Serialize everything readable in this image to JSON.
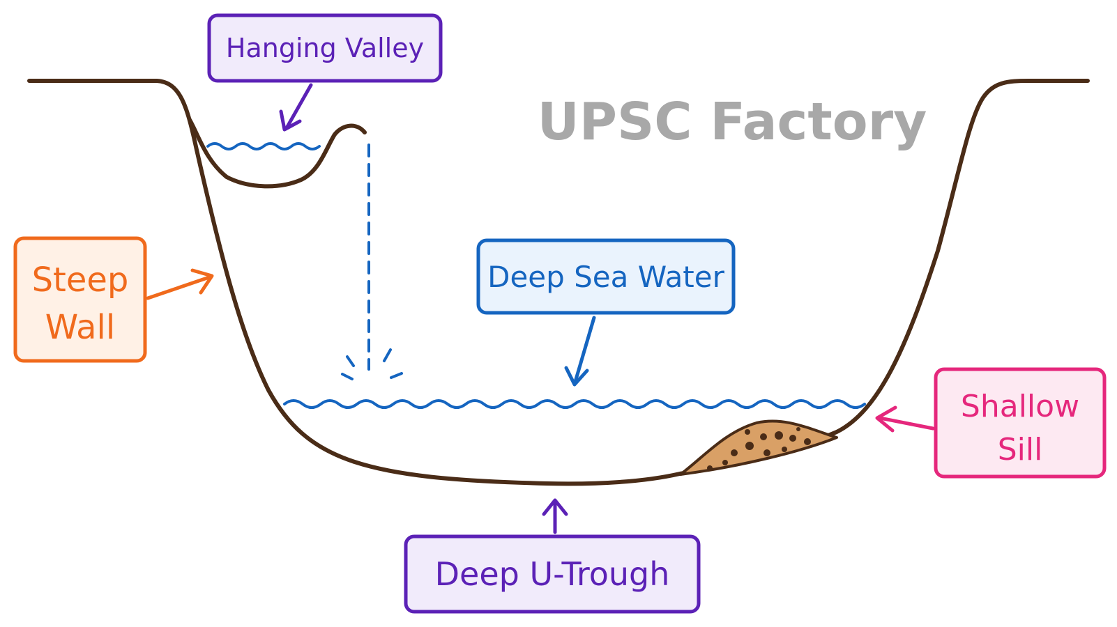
{
  "watermark": {
    "text": "UPSC Factory",
    "color": "#a8a8a8"
  },
  "labels": {
    "hanging_valley": "Hanging Valley",
    "steep_wall_line1": "Steep",
    "steep_wall_line2": "Wall",
    "deep_sea_water": "Deep Sea Water",
    "shallow_sill_line1": "Shallow",
    "shallow_sill_line2": "Sill",
    "deep_u_trough": "Deep U-Trough"
  },
  "colors": {
    "terrain": "#4a2c17",
    "water": "#1565c0",
    "sill_fill": "#d9a066",
    "sill_dots": "#4a2c17",
    "hanging_valley": "#5b21b6",
    "hanging_valley_fill": "#f1ebfb",
    "steep_wall": "#f06a1c",
    "steep_wall_fill": "#fff1e6",
    "deep_sea_water": "#1565c0",
    "deep_sea_water_fill": "#eaf3fd",
    "shallow_sill": "#e5277c",
    "shallow_sill_fill": "#fde9f2",
    "deep_u_trough": "#5b21b6",
    "deep_u_trough_fill": "#f1ebfb"
  }
}
